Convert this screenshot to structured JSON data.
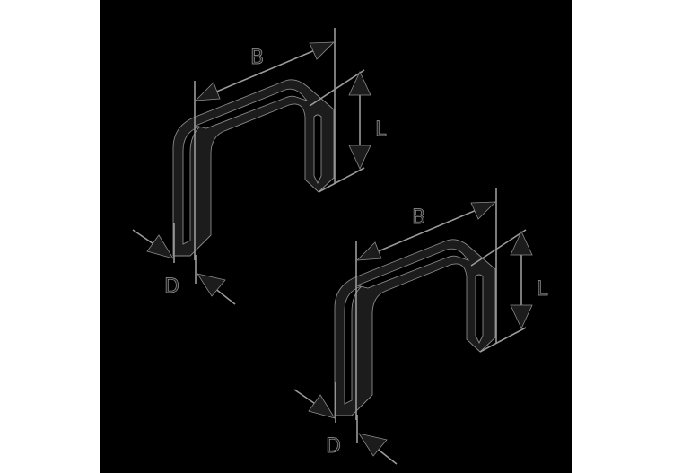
{
  "diagram": {
    "subject": "staple dimension drawing",
    "background_color": "#000000",
    "page_color": "#ffffff",
    "line_color": "#1c1c1c",
    "edge_color": "#8a8a8a",
    "staples": [
      {
        "id": "staple-1",
        "labels": {
          "width": "B",
          "length": "L",
          "diameter": "D"
        }
      },
      {
        "id": "staple-2",
        "labels": {
          "width": "B",
          "length": "L",
          "diameter": "D"
        }
      }
    ]
  }
}
